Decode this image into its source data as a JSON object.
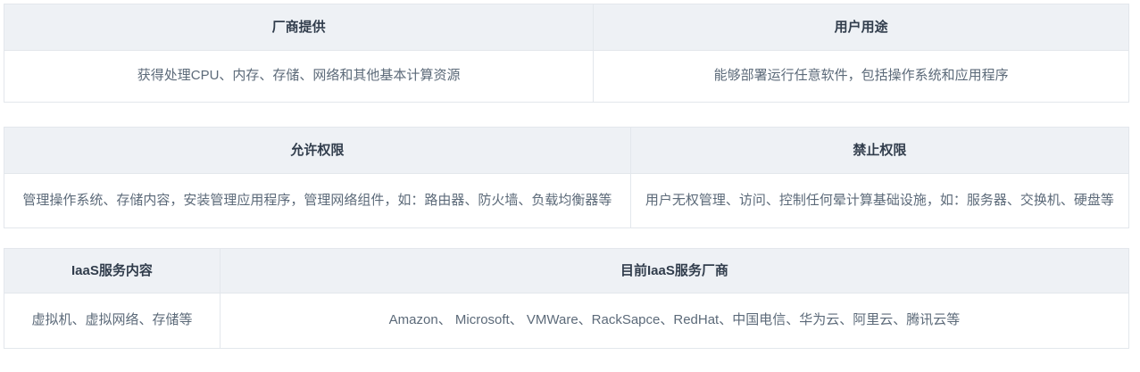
{
  "theme": {
    "page_background": "#ffffff",
    "header_background": "#eef1f5",
    "border_color": "#e3e7ec",
    "header_text_color": "#313d4c",
    "body_text_color": "#5c6a79"
  },
  "tables": [
    {
      "id": "vendor-user-table",
      "headers": [
        "厂商提供",
        "用户用途"
      ],
      "rows": [
        [
          "获得处理CPU、内存、存储、网络和其他基本计算资源",
          "能够部署运行任意软件，包括操作系统和应用程序"
        ]
      ]
    },
    {
      "id": "permissions-table",
      "headers": [
        "允许权限",
        "禁止权限"
      ],
      "rows": [
        [
          "管理操作系统、存储内容，安装管理应用程序，管理网络组件，如：路由器、防火墙、负载均衡器等",
          "用户无权管理、访问、控制任何晕计算基础设施，如：服务器、交换机、硬盘等"
        ]
      ]
    },
    {
      "id": "iaas-service-table",
      "headers": [
        "IaaS服务内容",
        "目前IaaS服务厂商"
      ],
      "rows": [
        [
          "虚拟机、虚拟网络、存储等",
          "Amazon、 Microsoft、 VMWare、RackSapce、RedHat、中国电信、华为云、阿里云、腾讯云等"
        ]
      ]
    }
  ]
}
